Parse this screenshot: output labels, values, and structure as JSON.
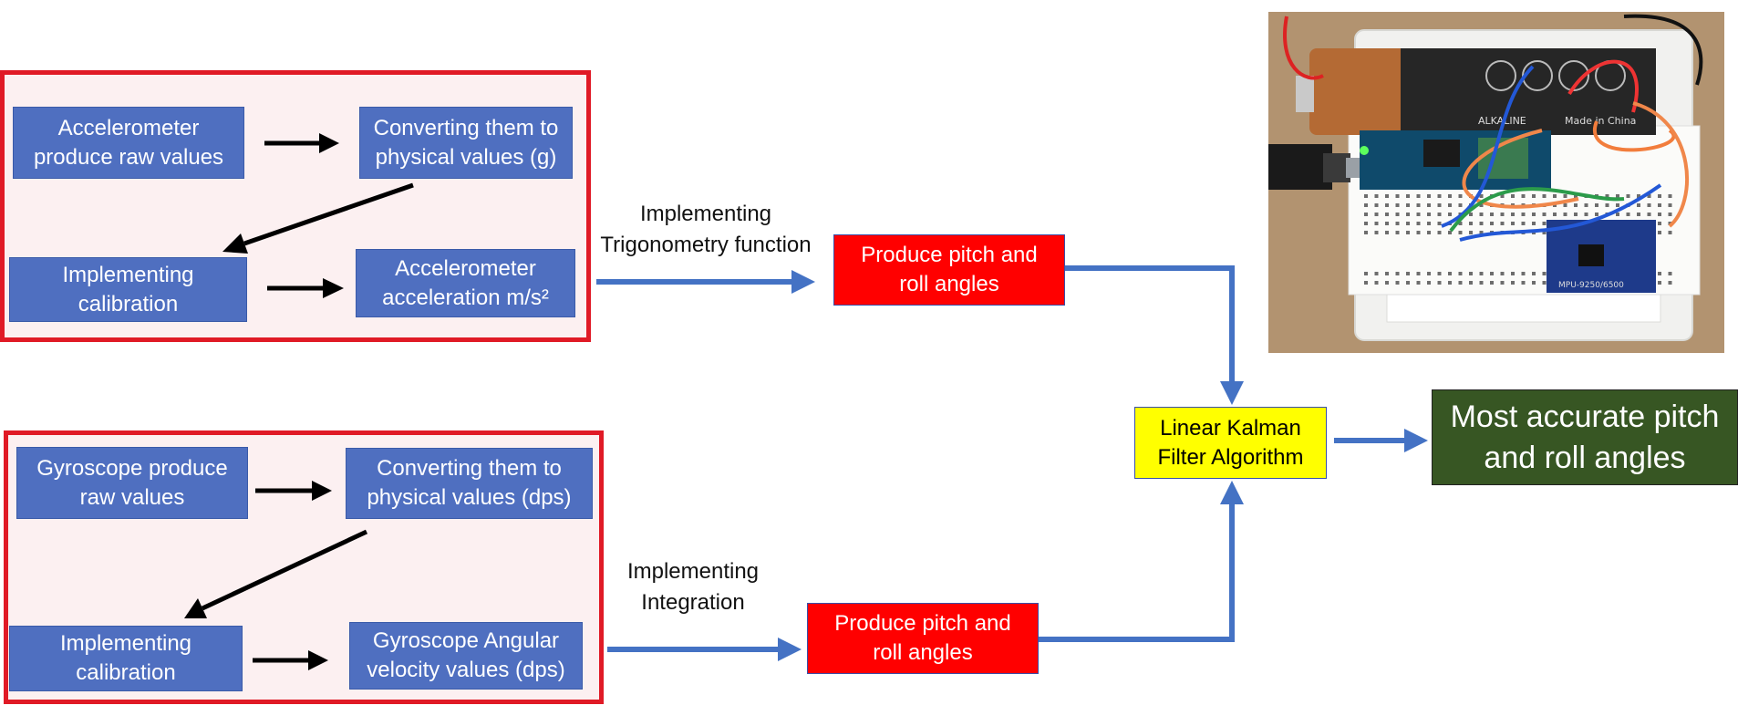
{
  "accel_group": {
    "raw": "Accelerometer\nproduce raw values",
    "convert": "Converting them to\nphysical values (g)",
    "calibration": "Implementing\ncalibration",
    "result": "Accelerometer\nacceleration m/s²"
  },
  "gyro_group": {
    "raw": "Gyroscope produce\nraw values",
    "convert": "Converting them to\nphysical values (dps)",
    "calibration": "Implementing\ncalibration",
    "result": "Gyroscope Angular\nvelocity values (dps)"
  },
  "edge_labels": {
    "trig": "Implementing\nTrigonometry function",
    "integration": "Implementing\nIntegration"
  },
  "pitch_roll_top": "Produce pitch and\nroll angles",
  "pitch_roll_bottom": "Produce pitch and\nroll angles",
  "kalman": "Linear Kalman\nFilter Algorithm",
  "output": "Most accurate pitch\nand roll angles",
  "photo": {
    "battery_brand": "ALKALINE",
    "battery_origin": "Made in China",
    "sensor_label": "MPU-9250/6500"
  },
  "colors": {
    "blue_node": "#4f6fc0",
    "red_node": "#ff0000",
    "yellow_node": "#ffff00",
    "green_node": "#375623",
    "group_border": "#e01a26",
    "flow_arrow": "#4472c4"
  }
}
